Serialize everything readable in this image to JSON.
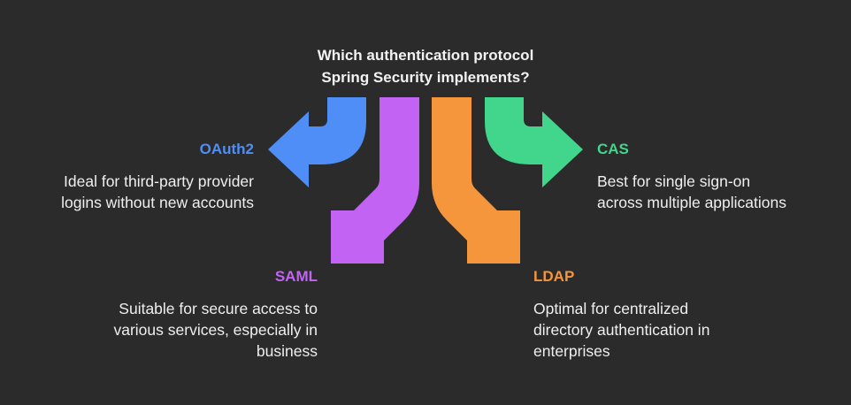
{
  "title": {
    "line1": "Which authentication protocol",
    "line2": "Spring Security implements?"
  },
  "options": {
    "oauth2": {
      "label": "OAuth2",
      "desc_line1": "Ideal for third-party provider",
      "desc_line2": "logins without new accounts",
      "color": "#4f8ef7"
    },
    "cas": {
      "label": "CAS",
      "desc_line1": "Best for single sign-on",
      "desc_line2": "across multiple applications",
      "color": "#41d68c"
    },
    "saml": {
      "label": "SAML",
      "desc_line1": "Suitable for secure access to",
      "desc_line2": "various services, especially in",
      "desc_line3": "business",
      "color": "#c263f4"
    },
    "ldap": {
      "label": "LDAP",
      "desc_line1": "Optimal for centralized",
      "desc_line2": "directory authentication in",
      "desc_line3": "enterprises",
      "color": "#f5953c"
    }
  },
  "background": "#2b2b2b"
}
